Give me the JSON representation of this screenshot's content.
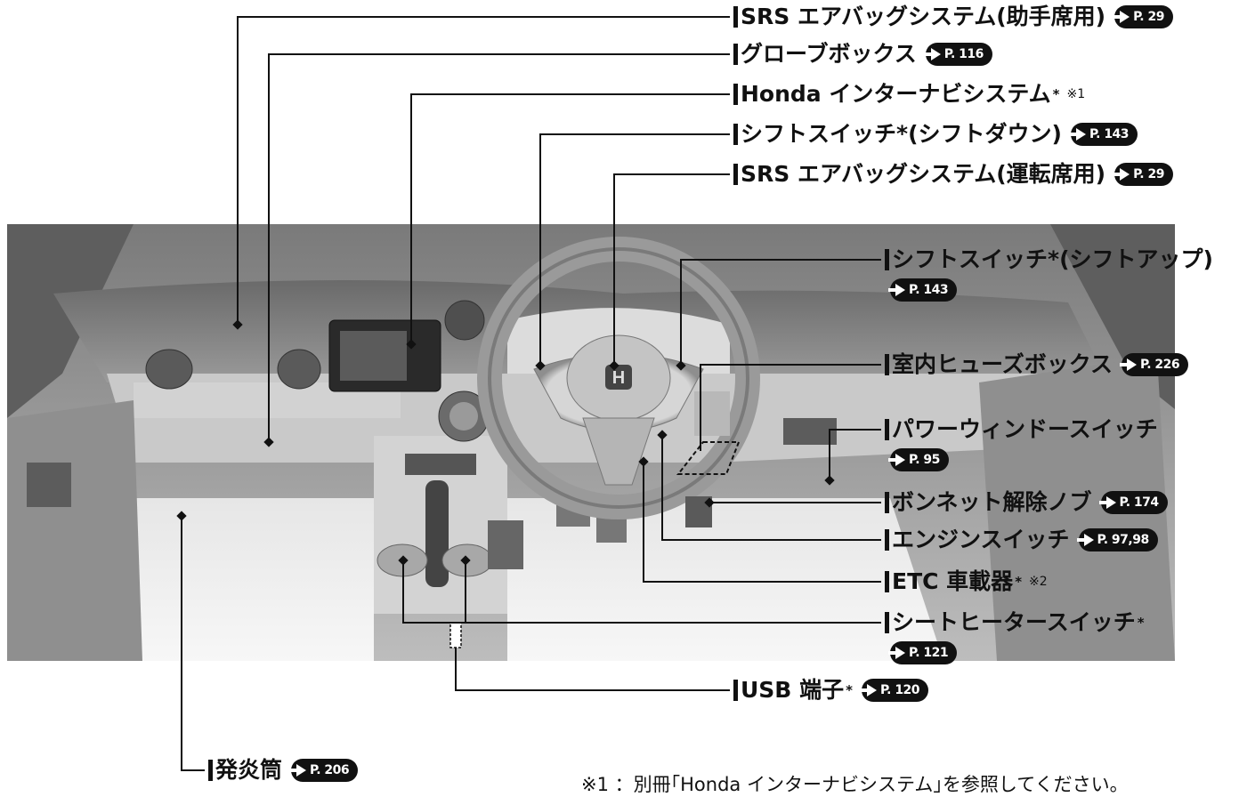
{
  "labels": {
    "airbag_passenger": {
      "text": "SRS エアバッグシステム(助手席用)",
      "ref": "P. 29"
    },
    "glove_box": {
      "text": "グローブボックス",
      "ref": "P. 116"
    },
    "navi": {
      "text": "Honda インターナビシステム",
      "mark": "*",
      "note": "※1"
    },
    "shift_down": {
      "text": "シフトスイッチ*(シフトダウン)",
      "ref": "P. 143"
    },
    "airbag_driver": {
      "text": "SRS エアバッグシステム(運転席用)",
      "ref": "P. 29"
    },
    "shift_up": {
      "text": "シフトスイッチ*(シフトアップ)",
      "ref": "P. 143"
    },
    "fuse_box": {
      "text": "室内ヒューズボックス",
      "ref": "P. 226"
    },
    "power_window": {
      "text": "パワーウィンドースイッチ",
      "ref": "P. 95"
    },
    "hood_release": {
      "text": "ボンネット解除ノブ",
      "ref": "P. 174"
    },
    "engine_switch": {
      "text": "エンジンスイッチ",
      "ref": "P. 97,98"
    },
    "etc": {
      "text": "ETC 車載器",
      "mark": "*",
      "note": "※2"
    },
    "seat_heater": {
      "text": "シートヒータースイッチ",
      "mark": "*",
      "ref": "P. 121"
    },
    "usb": {
      "text": "USB 端子",
      "mark": "*",
      "ref": "P. 120"
    },
    "flare": {
      "text": "発炎筒",
      "ref": "P. 206"
    }
  },
  "footnote": "※1 ：別冊｢Honda インターナビシステム｣を参照してください。",
  "colors": {
    "line": "#111111",
    "badge": "#111111"
  }
}
